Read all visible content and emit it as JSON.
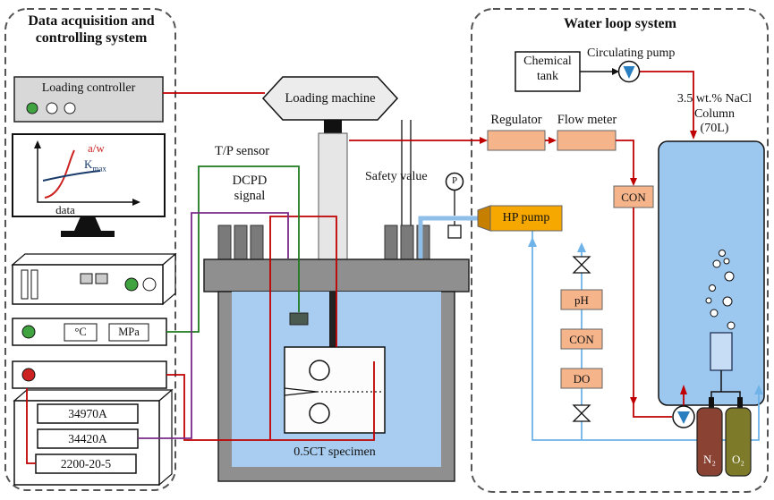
{
  "left_panel": {
    "title_line1": "Data acquisition and",
    "title_line2": "controlling system",
    "loading_controller_label": "Loading controller",
    "monitor": {
      "aw_label": "a/w",
      "k_label": "K",
      "k_sub": "max",
      "data_label": "data"
    },
    "temp_unit": "°C",
    "pressure_unit": "MPa",
    "instruments": [
      "34970A",
      "34420A",
      "2200-20-5"
    ]
  },
  "rig": {
    "loading_machine_label": "Loading machine",
    "tp_sensor_label": "T/P sensor",
    "dcpd_label_line1": "DCPD",
    "dcpd_label_line2": "signal",
    "safety_valve_label": "Safety value",
    "pressure_symbol": "P",
    "hp_pump_label": "HP pump",
    "specimen_label": "0.5CT specimen"
  },
  "water_loop": {
    "title": "Water loop system",
    "chemical_tank_line1": "Chemical",
    "chemical_tank_line2": "tank",
    "circulating_pump_label": "Circulating pump",
    "regulator_label": "Regulator",
    "flow_meter_label": "Flow meter",
    "column_label_line1": "3.5 wt.% NaCl",
    "column_label_line2": "Column",
    "column_label_line3": "(70L)",
    "conductivity_label": "CON",
    "sensor_labels": [
      "pH",
      "CON",
      "DO"
    ],
    "nitrogen_label": "N₂",
    "oxygen_label": "O₂"
  },
  "colors": {
    "signal_red": "#c00000",
    "water_blue": "#6fb3e8",
    "sensor_green": "#1f7a1f",
    "dcpd_purple": "#7a2a8a",
    "pump_orange": "#f6a700",
    "box_salmon": "#f5b48a",
    "column_blue": "#9cc7ef"
  }
}
